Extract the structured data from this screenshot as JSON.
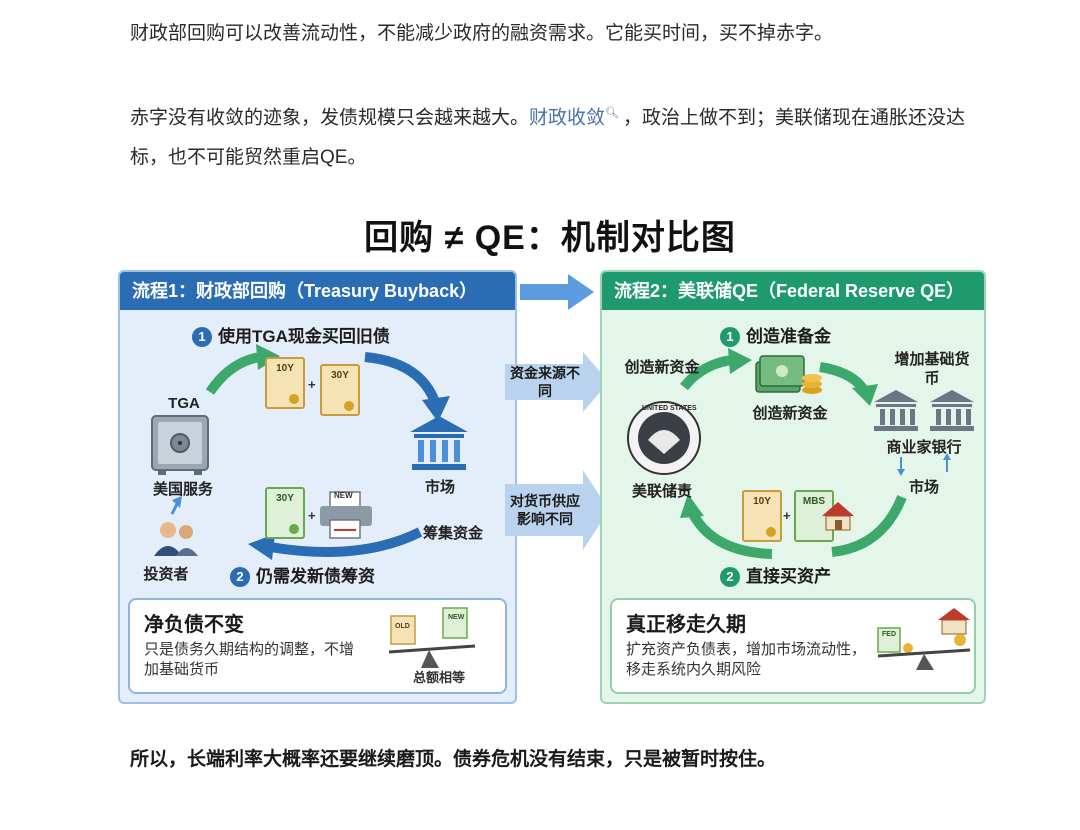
{
  "article": {
    "p1": "财政部回购可以改善流动性，不能减少政府的融资需求。它能买时间，买不掉赤字。",
    "p2_before": "赤字没有收敛的迹象，发债规模只会越来越大。",
    "p2_link": "财政收敛",
    "p2_after": "，政治上做不到；美联储现在通胀还没达标，也不可能贸然重启QE。",
    "p3": "所以，长端利率大概率还要继续磨顶。债券危机没有结束，只是被暂时按住。"
  },
  "figure": {
    "title": "回购 ≠ QE：机制对比图",
    "left": {
      "header": "流程1：财政部回购（Treasury Buyback）",
      "step1_num": "1",
      "step1": "使用TGA现金买回旧债",
      "step2_num": "2",
      "step2": "仍需发新债筹资",
      "tga": "TGA",
      "treasury": "美国服务",
      "investor": "投资者",
      "market": "市场",
      "raise_funds": "筹集资金",
      "bond_10y": "10Y",
      "bond_30y": "30Y",
      "bond_30y_new": "30Y",
      "new_tag": "NEW",
      "summary_title": "净负债不变",
      "summary_desc": "只是债务久期结构的调整，不增加基础货币",
      "summary_note": "总额相等",
      "old_tag": "OLD",
      "new_tag2": "NEW"
    },
    "middle": {
      "arrow1": "资金来源不同",
      "arrow2": "对货币供应影响不同"
    },
    "right": {
      "header": "流程2：美联储QE（Federal Reserve QE）",
      "step1_num": "1",
      "step1": "创造准备金",
      "step2_num": "2",
      "step2": "直接买资产",
      "create_money_top": "创造新资金",
      "create_money": "创造新资金",
      "base_money": "增加基础货币",
      "banks": "商业家银行",
      "market": "市场",
      "fed": "美联储责",
      "fed_seal": "UNITED STATES",
      "bond_10y": "10Y",
      "mbs": "MBS",
      "summary_title": "真正移走久期",
      "summary_desc": "扩充资产负债表，增加市场流动性，移走系统内久期风险",
      "fed_tag": "FED"
    }
  },
  "colors": {
    "left_header": "#2a6db5",
    "right_header": "#1f9a6e",
    "arrow_blue": "#4a90d9",
    "arrow_green": "#3ca86b",
    "link": "#4a6fb0"
  }
}
